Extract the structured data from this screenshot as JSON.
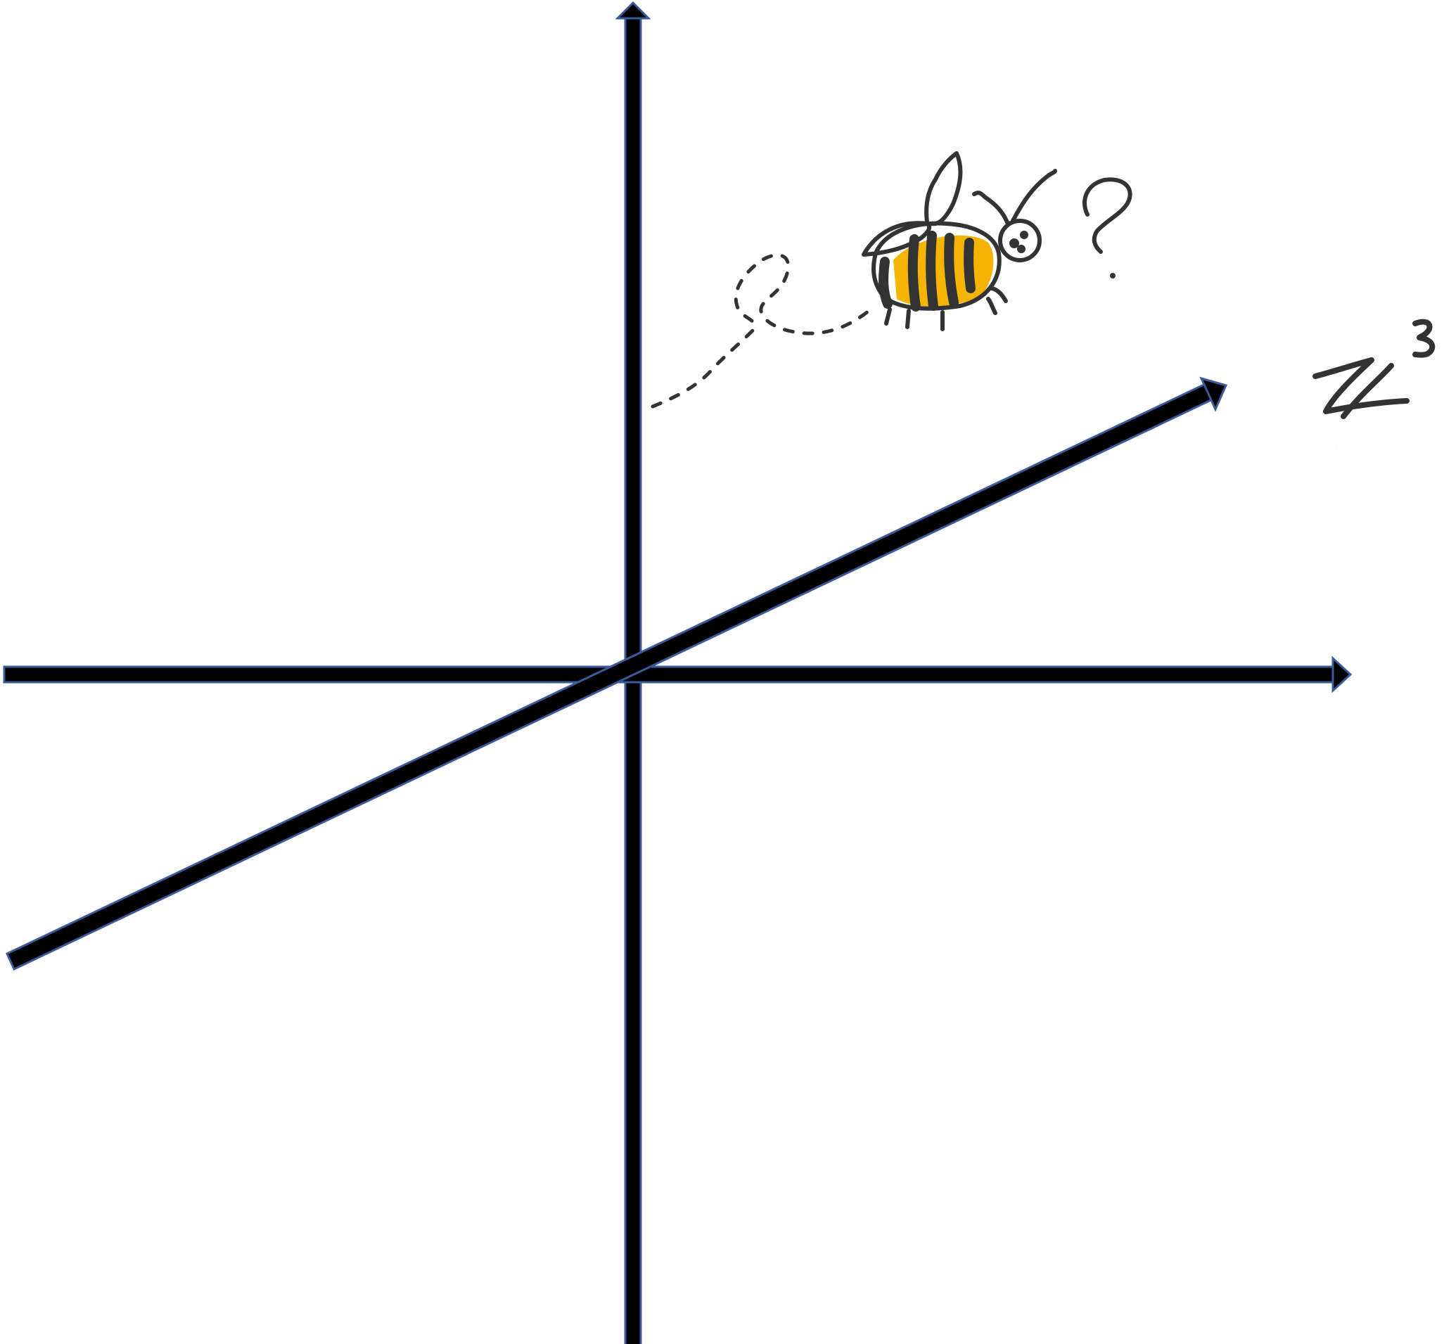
{
  "diagram": {
    "space_label": {
      "base": "ℤ",
      "exponent": "3"
    },
    "question_mark": "?",
    "figure": "bee",
    "axes": [
      "vertical-axis",
      "horizontal-axis",
      "depth-axis"
    ],
    "colors": {
      "axis_fill": "#000000",
      "axis_outline": "#3a5a9a",
      "ink": "#333333",
      "bee_stripe": "#f5b400"
    }
  }
}
